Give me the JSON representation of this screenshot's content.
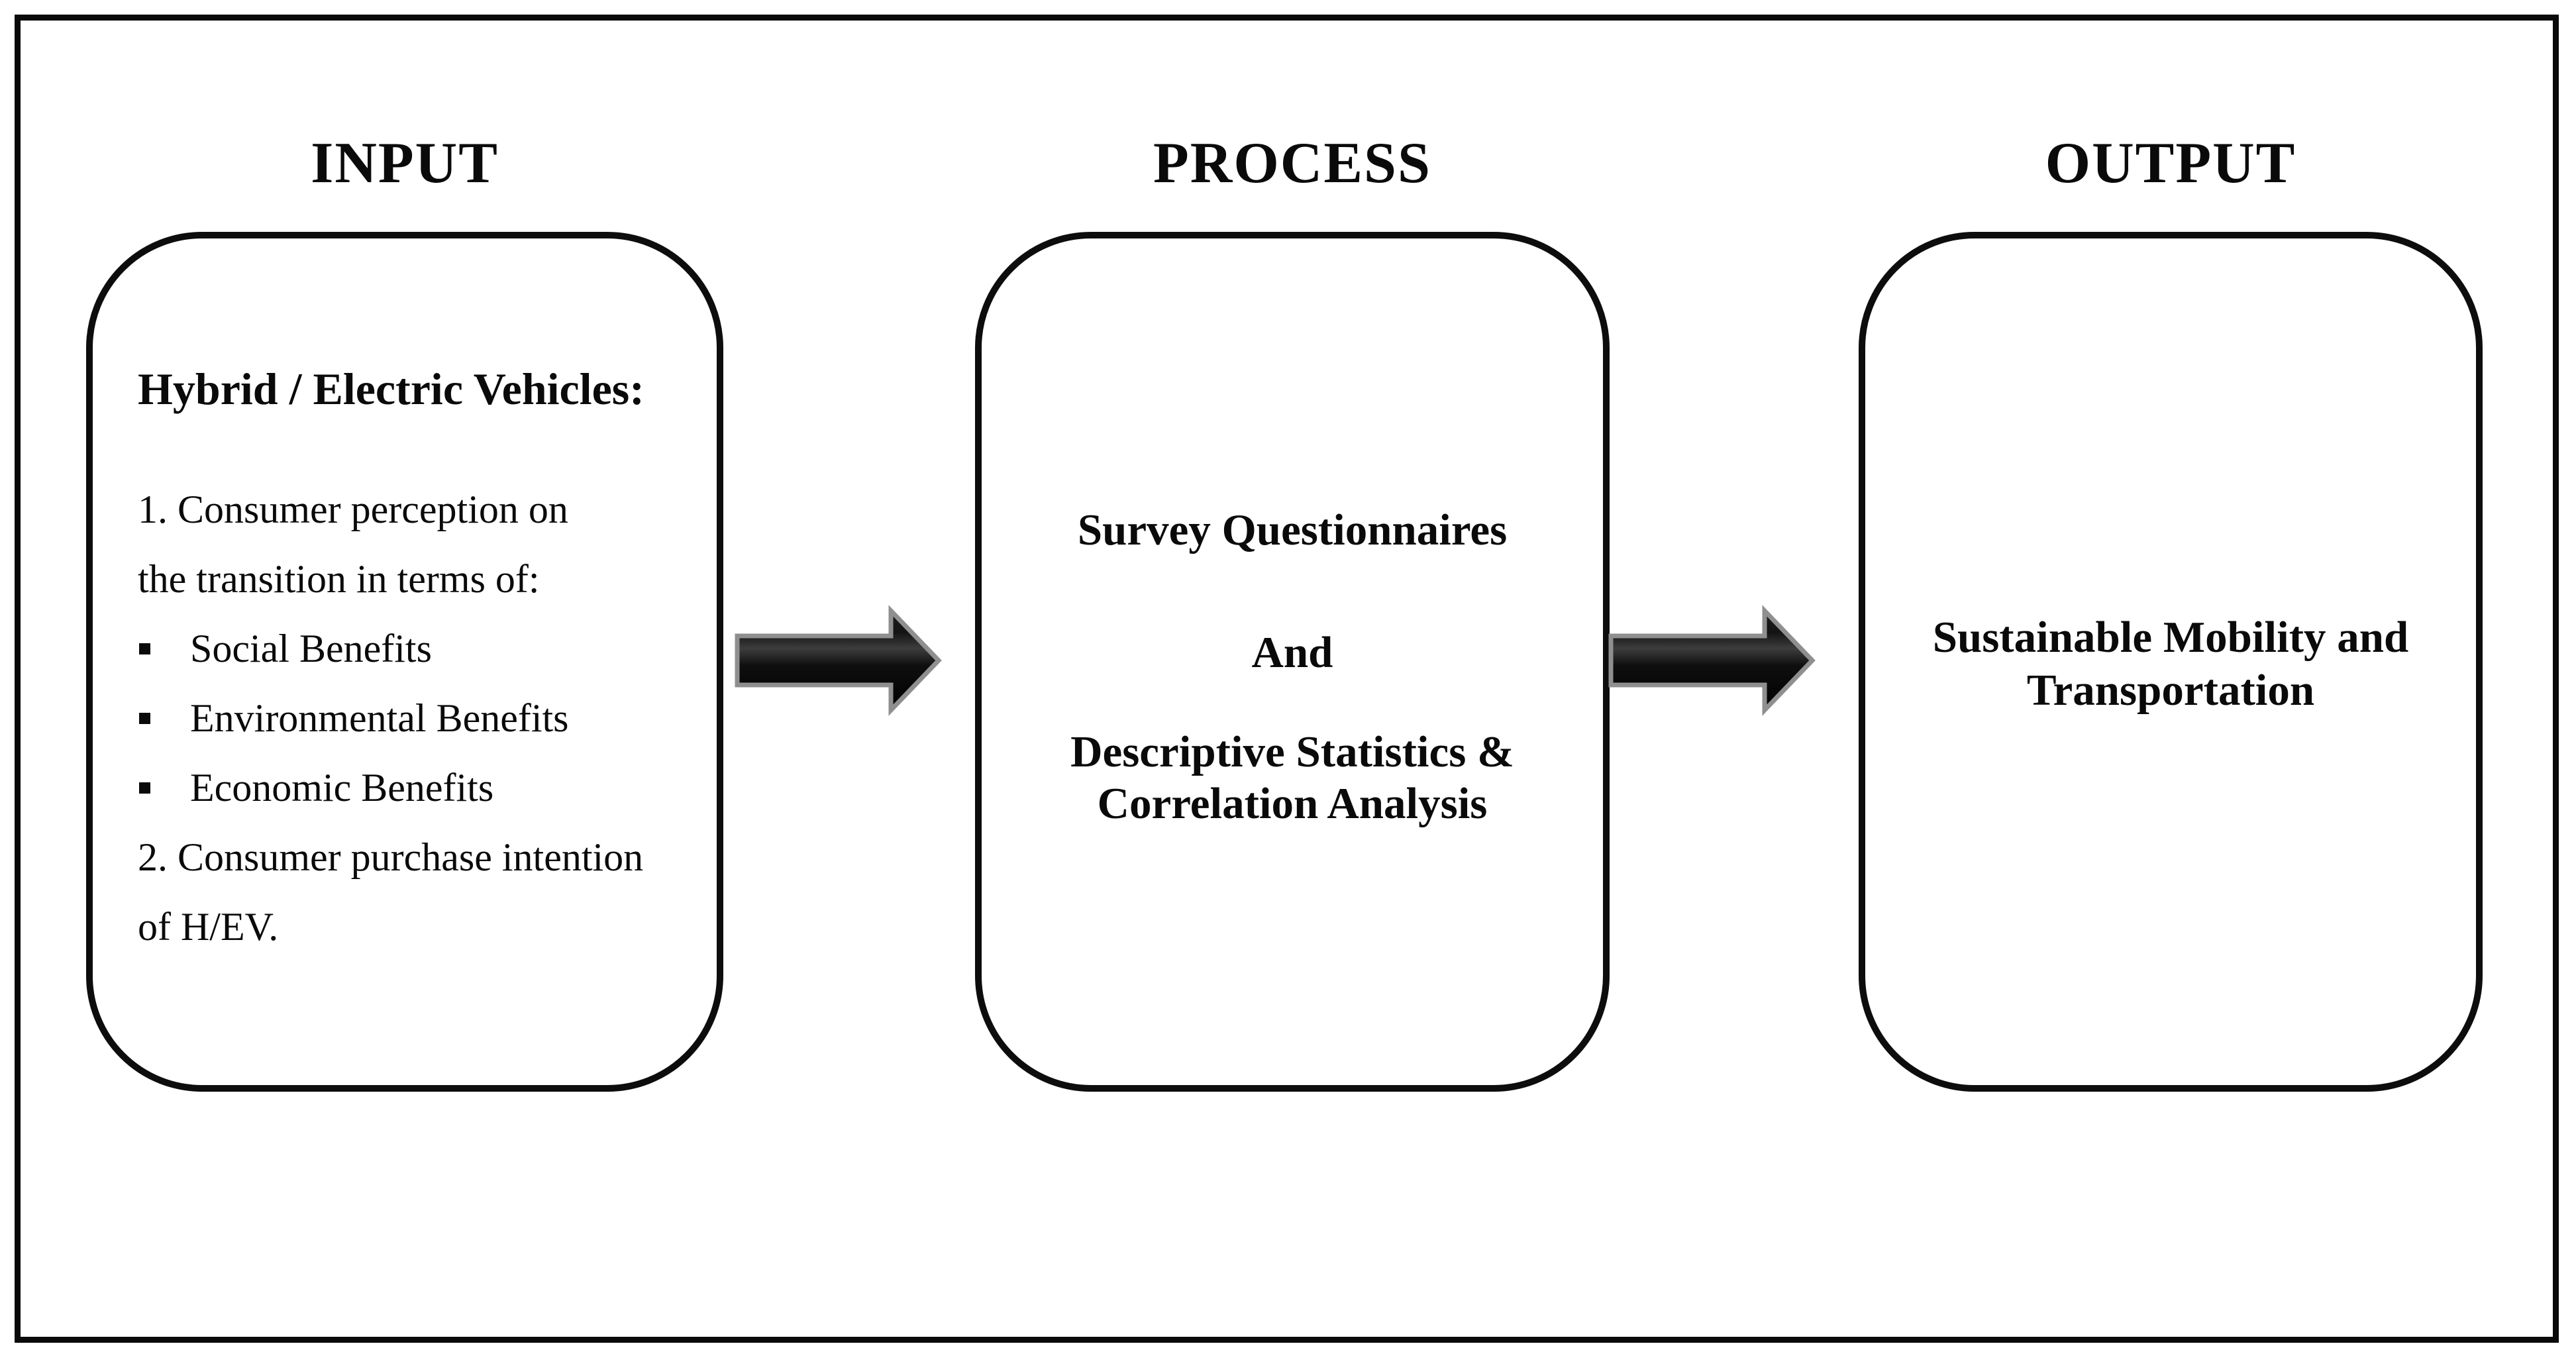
{
  "diagram": {
    "headings": {
      "input": "INPUT",
      "process": "PROCESS",
      "output": "OUTPUT"
    },
    "input_box": {
      "title": "Hybrid / Electric Vehicles:",
      "lines": [
        {
          "bullet": false,
          "text": "1. Consumer perception on"
        },
        {
          "bullet": false,
          "text": "the transition in terms of:"
        },
        {
          "bullet": true,
          "text": "Social Benefits"
        },
        {
          "bullet": true,
          "text": "Environmental Benefits"
        },
        {
          "bullet": true,
          "text": "Economic Benefits"
        },
        {
          "bullet": false,
          "text": "2. Consumer purchase intention"
        },
        {
          "bullet": false,
          "text": "of H/EV."
        }
      ]
    },
    "process_box": {
      "lines": [
        "Survey Questionnaires",
        "And",
        "Descriptive Statistics &",
        "Correlation Analysis"
      ]
    },
    "output_box": {
      "lines": [
        "Sustainable Mobility and",
        "Transportation"
      ]
    },
    "arrows": [
      {
        "name": "input-to-process",
        "direction": "right"
      },
      {
        "name": "process-to-output",
        "direction": "right"
      }
    ]
  },
  "colors": {
    "page_bg": "#ffffff",
    "ink": "#0a0a0a",
    "box_border": "#0d0d0d",
    "arrow_outline": "#8f8f8f",
    "arrow_fill_dark": "#000000",
    "arrow_fill_highlight": "#3d3d3d"
  }
}
